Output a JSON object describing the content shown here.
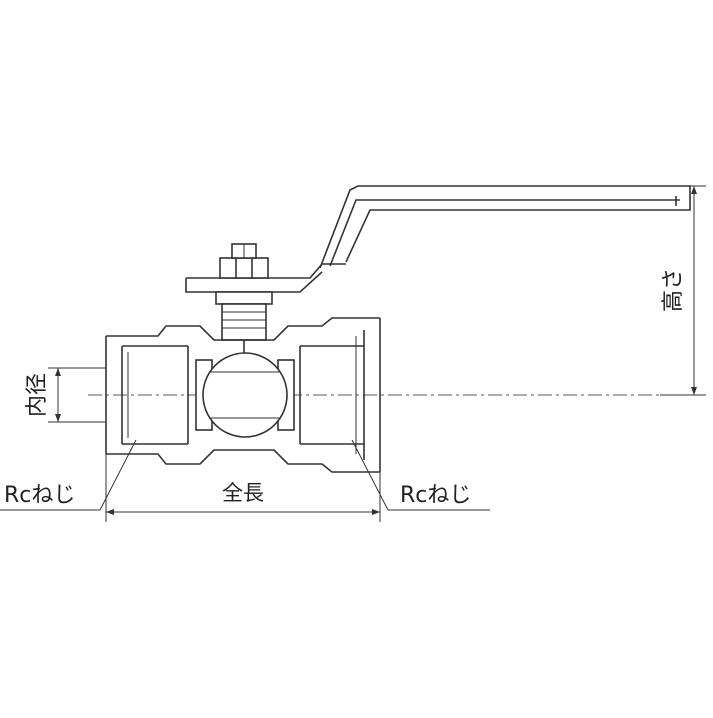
{
  "diagram": {
    "labels": {
      "inner_diameter": "内径",
      "thread_left": "Rcねじ",
      "thread_right": "Rcねじ",
      "overall_length": "全長",
      "height": "高さ"
    }
  }
}
